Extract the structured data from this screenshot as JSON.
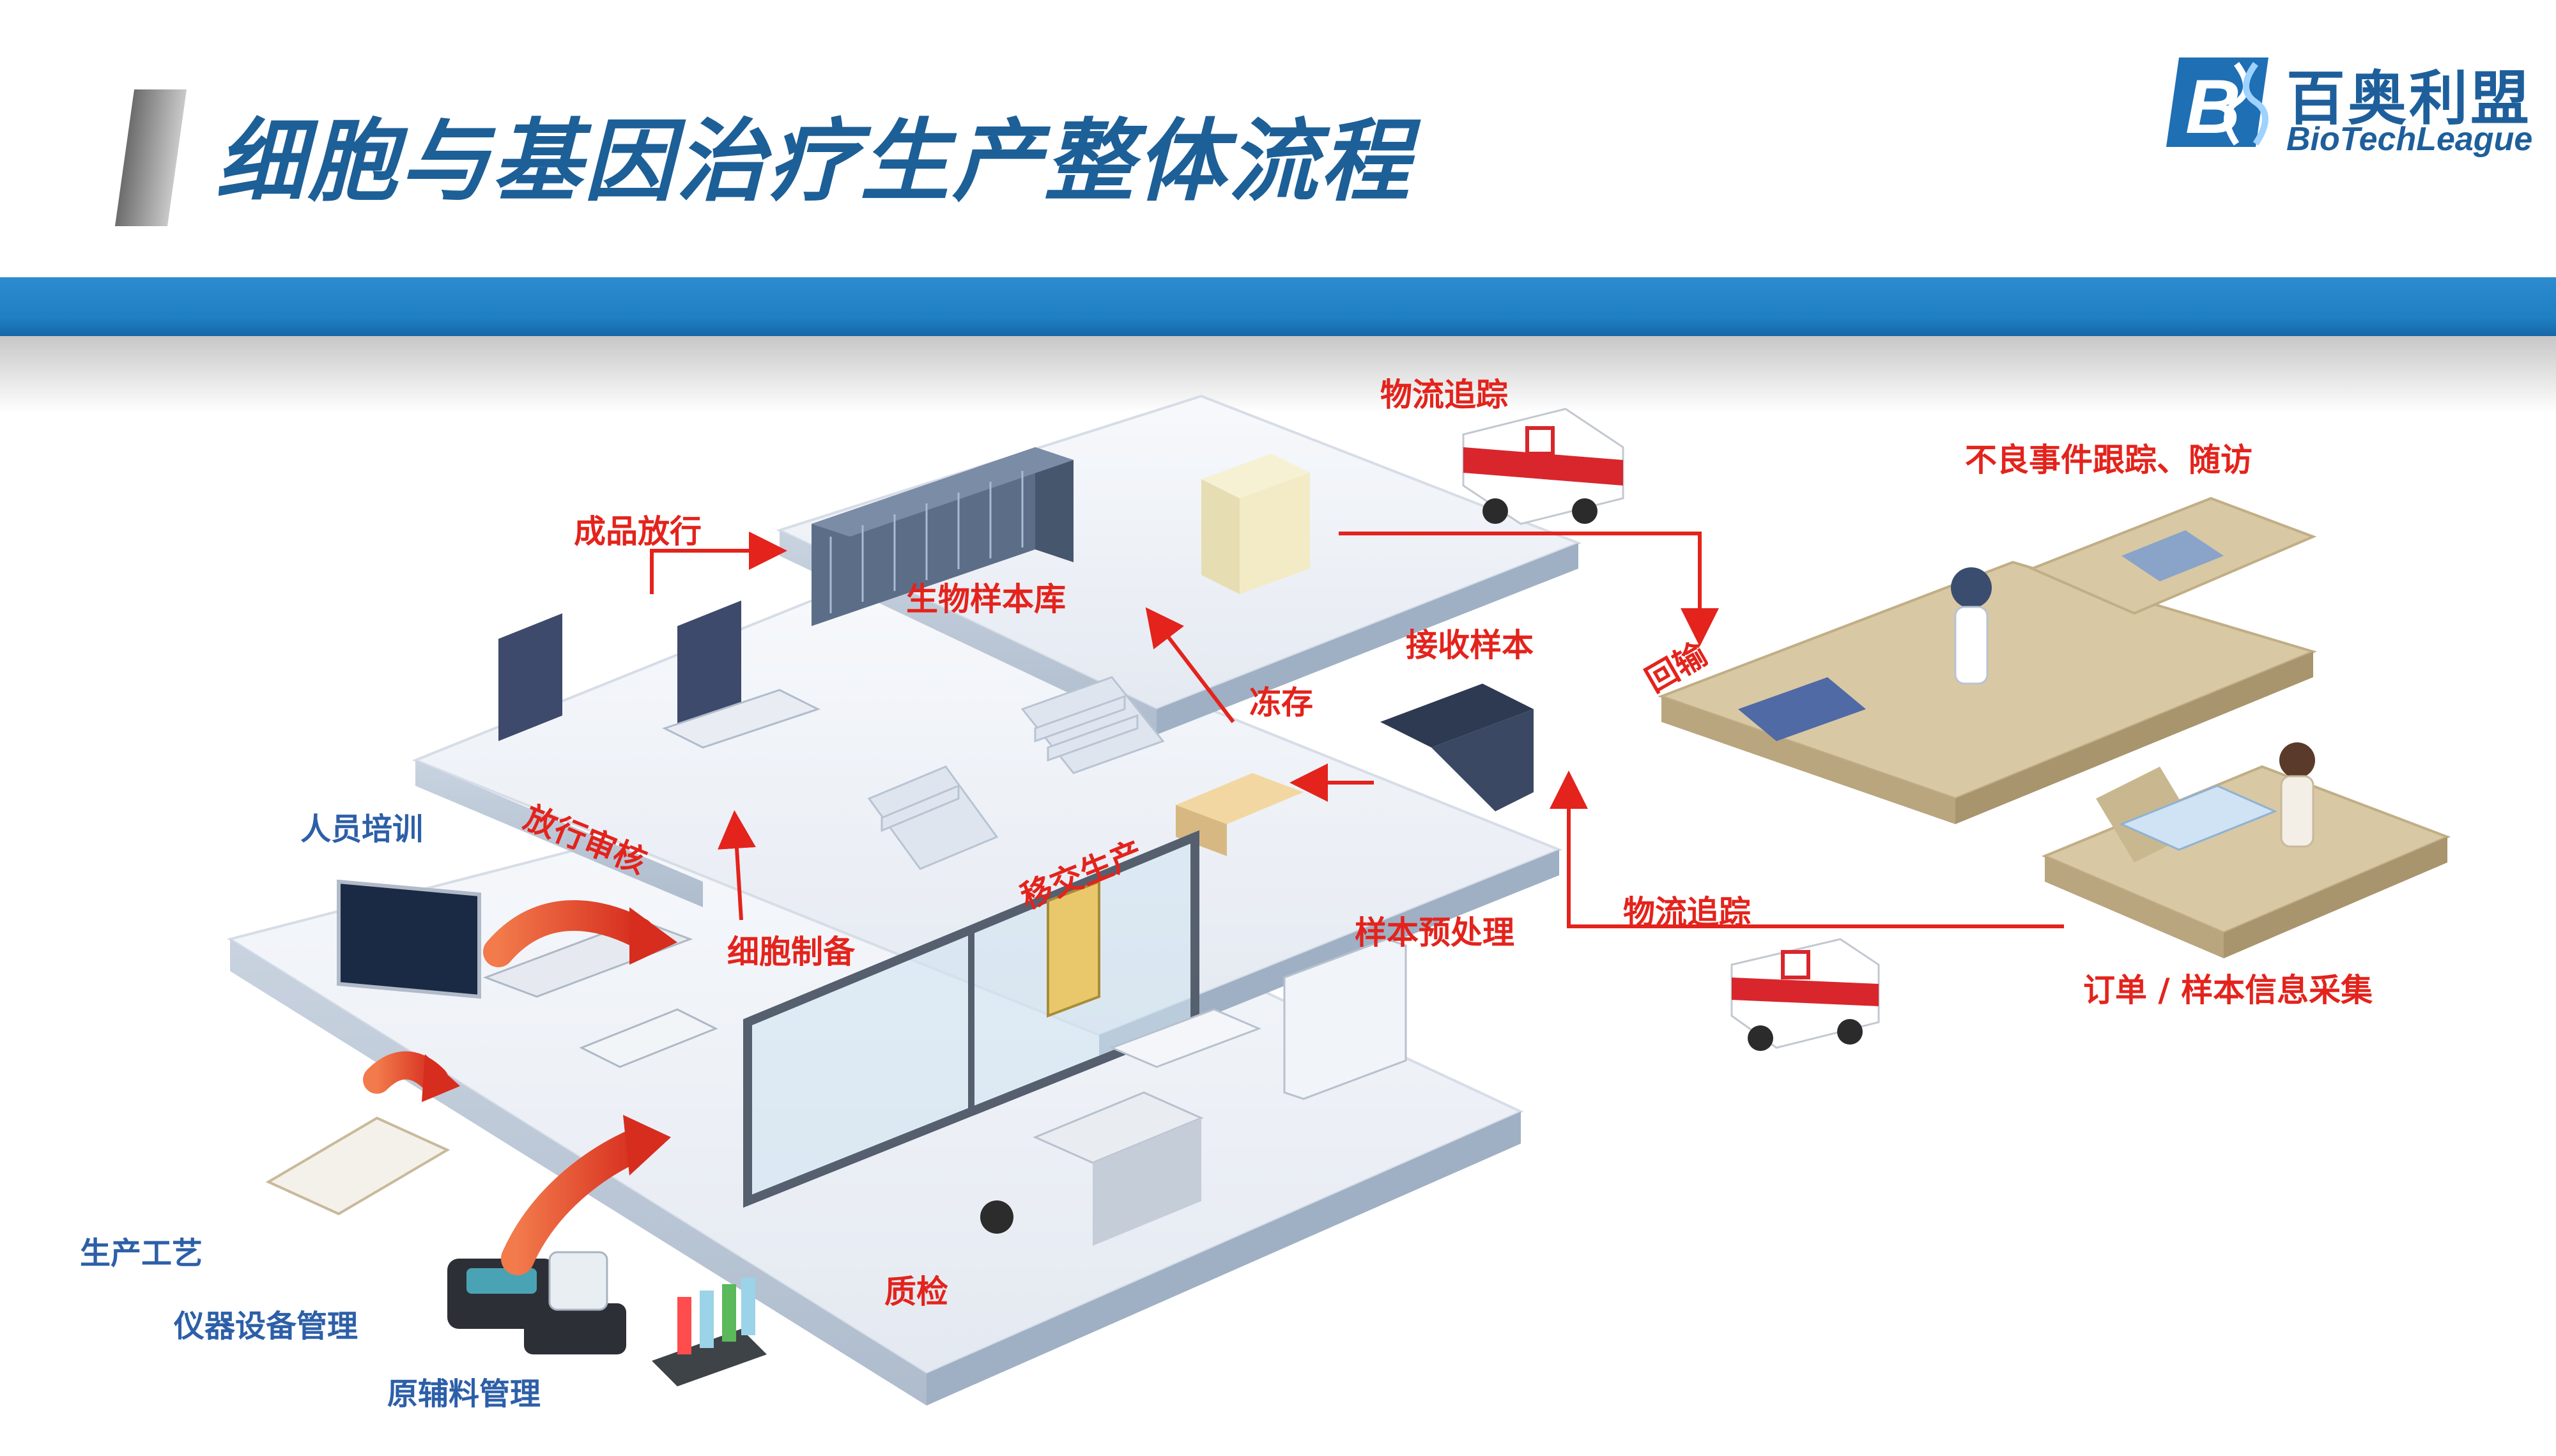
{
  "title": "细胞与基因治疗生产整体流程",
  "logo": {
    "name_cn": "百奥利盟",
    "name_en": "BioTechLeague",
    "monogram": "BL"
  },
  "colors": {
    "title": "#1d5f97",
    "band": "#1f7fc3",
    "label_red": "#e3231c",
    "label_blue": "#2d5fa8",
    "arrow": "#e3231c"
  },
  "labels": {
    "logistics_tracking_top": "物流追踪",
    "adverse_event": "不良事件跟踪、随访",
    "product_release": "成品放行",
    "biobank": "生物样本库",
    "receive_sample": "接收样本",
    "return_transport": "回输",
    "cryopreservation": "冻存",
    "release_review": "放行审核",
    "staff_training": "人员培训",
    "transfer_production": "移交生产",
    "logistics_tracking_bottom": "物流追踪",
    "sample_pretreatment": "样本预处理",
    "cell_preparation": "细胞制备",
    "order_collection": "订单 / 样本信息采集",
    "production_process": "生产工艺",
    "instrument_management": "仪器设备管理",
    "materials_management": "原辅料管理",
    "quality_control": "质检"
  }
}
